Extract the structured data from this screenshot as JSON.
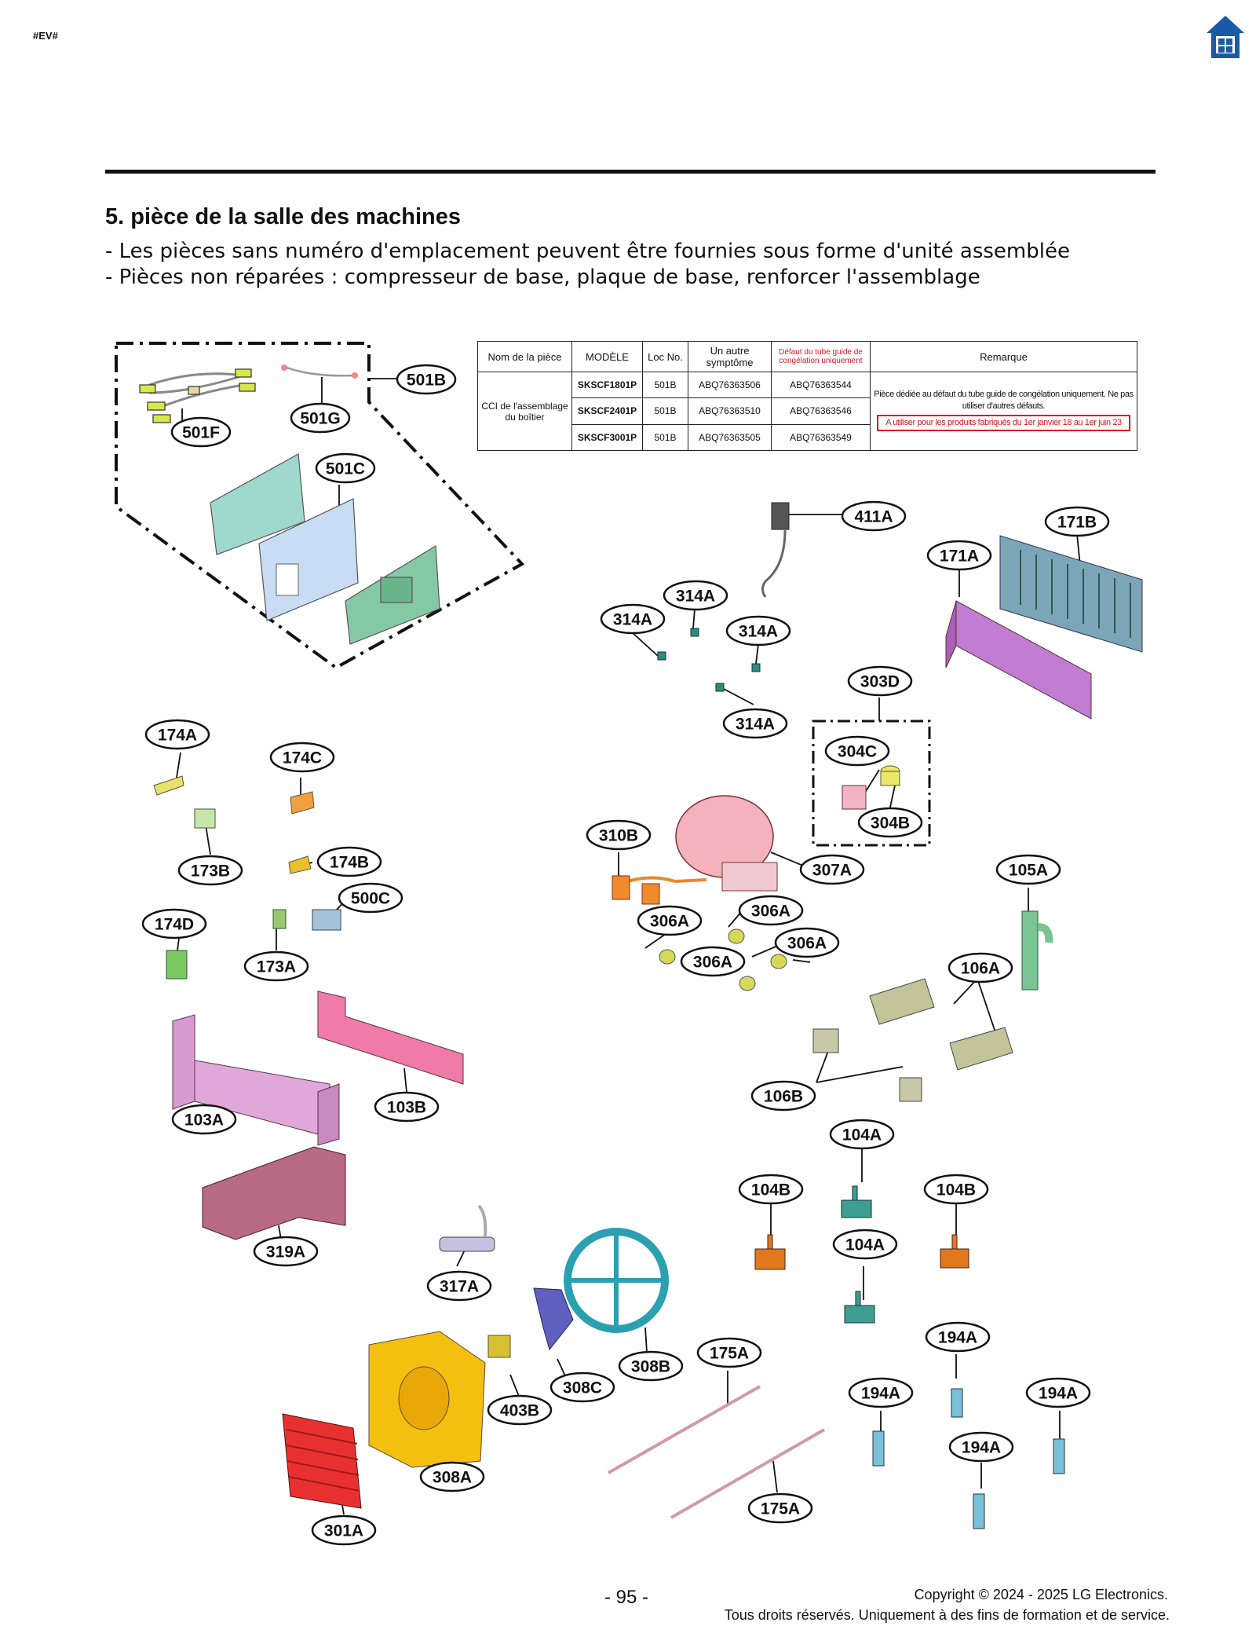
{
  "header": {
    "tag": "#EV#",
    "home_icon": "home-icon"
  },
  "section": {
    "title": "5. pièce de la salle des machines",
    "notes": [
      "- Les pièces sans numéro d'emplacement peuvent être fournies sous forme d'unité assemblée",
      "- Pièces non réparées : compresseur de base, plaque de base, renforcer l'assemblage"
    ]
  },
  "table": {
    "headers": [
      "Nom de la pièce",
      "MODÈLE",
      "Loc No.",
      "Un autre symptôme",
      "Défaut du tube guide de congélation uniquement",
      "Remarque"
    ],
    "part_name": "CCI de l'assemblage du boîtier",
    "rows": [
      {
        "model": "SKSCF1801P",
        "loc": "501B",
        "other": "ABQ76363506",
        "defect": "ABQ76363544"
      },
      {
        "model": "SKSCF2401P",
        "loc": "501B",
        "other": "ABQ76363510",
        "defect": "ABQ76363546"
      },
      {
        "model": "SKSCF3001P",
        "loc": "501B",
        "other": "ABQ76363505",
        "defect": "ABQ76363549"
      }
    ],
    "remark": "Pièce dédiée au défaut du tube guide de congélation uniquement. Ne pas utiliser d'autres défauts.",
    "remark_warning": "A utiliser pour les produits fabriqués du 1er janvier 18 au 1er juin 23"
  },
  "labels": {
    "l501B": "501B",
    "l501F": "501F",
    "l501G": "501G",
    "l501C": "501C",
    "l411A": "411A",
    "l171A": "171A",
    "l171B": "171B",
    "l314A_1": "314A",
    "l314A_2": "314A",
    "l314A_3": "314A",
    "l314A_4": "314A",
    "l303D": "303D",
    "l304C": "304C",
    "l304B": "304B",
    "l174A": "174A",
    "l174C": "174C",
    "l173B": "173B",
    "l174B": "174B",
    "l500C": "500C",
    "l174D": "174D",
    "l173A": "173A",
    "l310B": "310B",
    "l307A": "307A",
    "l306A_1": "306A",
    "l306A_2": "306A",
    "l306A_3": "306A",
    "l306A_4": "306A",
    "l105A": "105A",
    "l106A": "106A",
    "l106B": "106B",
    "l103A": "103A",
    "l103B": "103B",
    "l319A": "319A",
    "l104A_1": "104A",
    "l104B_1": "104B",
    "l104B_2": "104B",
    "l104A_2": "104A",
    "l317A": "317A",
    "l308B": "308B",
    "l308C": "308C",
    "l403B": "403B",
    "l308A": "308A",
    "l301A": "301A",
    "l175A_1": "175A",
    "l175A_2": "175A",
    "l194A_1": "194A",
    "l194A_2": "194A",
    "l194A_3": "194A",
    "l194A_4": "194A"
  },
  "footer": {
    "page": "- 95 -",
    "copyright": "Copyright © 2024 - 2025 LG Electronics.",
    "rights": "Tous droits réservés. Uniquement à des fins de formation et de service."
  }
}
